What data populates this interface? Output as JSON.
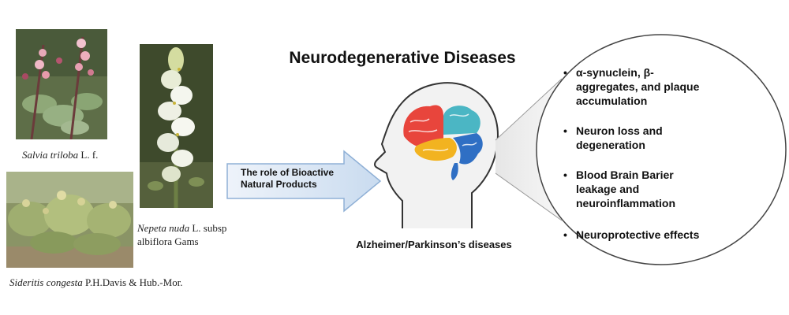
{
  "title": "Neurodegenerative Diseases",
  "arrow_label_line1": "The role of Bioactive",
  "arrow_label_line2": "Natural Products",
  "disease_label": "Alzheimer/Parkinson’s  diseases",
  "plants": [
    {
      "genus_species": "Salvia triloba",
      "authority": " L. f."
    },
    {
      "genus_species": "Nepeta nuda",
      "authority_line1": " L. subsp",
      "authority_line2": "albiflora Gams"
    },
    {
      "genus_species": "Sideritis congesta",
      "authority": " P.H.Davis  & Hub.-Mor."
    }
  ],
  "effects": [
    {
      "line1": "α-synuclein, β-",
      "line2": "aggregates, and plaque",
      "line3": "accumulation"
    },
    {
      "line1": "Neuron loss and",
      "line2": "degeneration"
    },
    {
      "line1": "Blood Brain Barier",
      "line2": "leakage and",
      "line3": "neuroinflammation"
    },
    {
      "line1": "Neuroprotective effects"
    }
  ],
  "bullet_symbol": "•",
  "colors": {
    "brain_red": "#e8453c",
    "brain_teal": "#4bb6c4",
    "brain_yellow": "#f2b320",
    "brain_blue": "#2f6fc4",
    "arrow_fill": "#dbe7f5",
    "arrow_stroke": "#8fb0d6",
    "head_fill": "#f2f2f2"
  }
}
